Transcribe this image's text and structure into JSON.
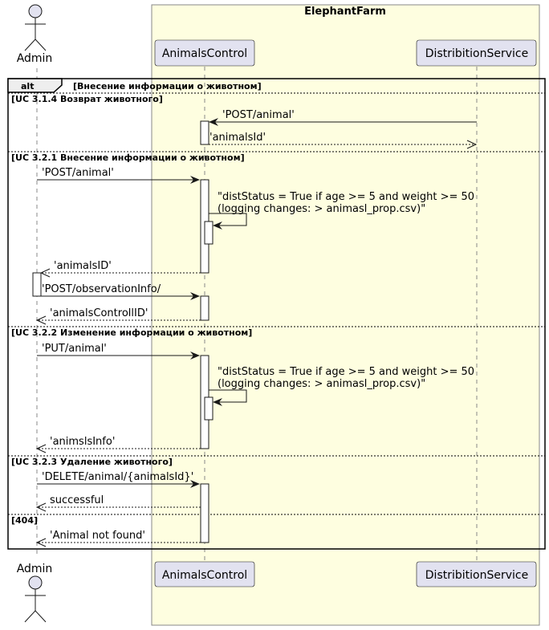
{
  "box": {
    "title": "ElephantFarm",
    "fill": "#FEFEE0"
  },
  "actor": {
    "name": "Admin"
  },
  "participants": [
    {
      "key": "ac",
      "name": "AnimalsControl"
    },
    {
      "key": "ds",
      "name": "DistribitionService"
    }
  ],
  "fragment": {
    "keyword": "alt",
    "guard": "[Внесение информации о животном]"
  },
  "sections": [
    {
      "guard": "[UC 3.1.4 Возврат животного]"
    },
    {
      "guard": "[UC 3.2.1 Внесение информации о животном]"
    },
    {
      "guard": "[UC 3.2.2 Изменение информации о животном]"
    },
    {
      "guard": "[UC 3.2.3 Удаление животного]"
    },
    {
      "guard": "[404]"
    }
  ],
  "messages": [
    {
      "from": "ds",
      "to": "ac",
      "kind": "call",
      "text": "'POST/animal'"
    },
    {
      "from": "ac",
      "to": "ds",
      "kind": "return",
      "text": "'animalsId'"
    },
    {
      "from": "admin",
      "to": "ac",
      "kind": "call",
      "text": "'POST/animal'"
    },
    {
      "from": "ac",
      "to": "ac",
      "kind": "self",
      "lines": [
        "\"distStatus = True if age >= 5 and weight >= 50",
        "(logging changes: > animasl_prop.csv)\""
      ]
    },
    {
      "from": "ac",
      "to": "admin",
      "kind": "return",
      "text": "'animalsID'"
    },
    {
      "from": "admin",
      "to": "ac",
      "kind": "call",
      "text": "'POST/observationInfo/"
    },
    {
      "from": "ac",
      "to": "admin",
      "kind": "return",
      "text": "'animalsControllID'"
    },
    {
      "from": "admin",
      "to": "ac",
      "kind": "call",
      "text": "'PUT/animal'"
    },
    {
      "from": "ac",
      "to": "ac",
      "kind": "self",
      "lines": [
        "\"distStatus = True if age >= 5 and weight >= 50",
        "(logging changes: > animasl_prop.csv)\""
      ]
    },
    {
      "from": "ac",
      "to": "admin",
      "kind": "return",
      "text": "'animslsInfo'"
    },
    {
      "from": "admin",
      "to": "ac",
      "kind": "call",
      "text": "'DELETE/animal/{animalsId}'"
    },
    {
      "from": "ac",
      "to": "admin",
      "kind": "return",
      "text": "successful"
    },
    {
      "from": "ac",
      "to": "admin",
      "kind": "return",
      "text": "'Animal not found'"
    }
  ]
}
